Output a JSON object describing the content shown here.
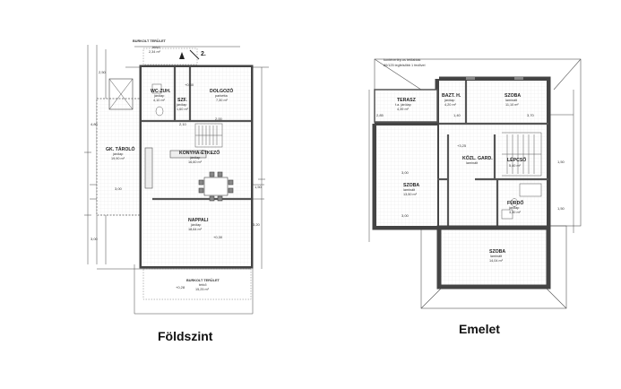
{
  "titles": {
    "ground": "Földszint",
    "upper": "Emelet"
  },
  "ground": {
    "north_paved": {
      "name": "BURKOLT TERÜLET",
      "note": "térkő",
      "area": "2,34 m²"
    },
    "south_paved": {
      "name": "BURKOLT TERÜLET",
      "note": "térkő",
      "area": "15,25 m²"
    },
    "rooms": {
      "garage": {
        "name": "GK. TÁROLÓ",
        "floor": "járólap",
        "area": "19,90 m²"
      },
      "wc": {
        "name": "WC-ZUH.",
        "floor": "járólap",
        "area": "4,10 m²"
      },
      "storage": {
        "name": "SZF.",
        "floor": "járólap",
        "area": "1,60 m²"
      },
      "study": {
        "name": "DOLGOZÓ",
        "floor": "parketta",
        "area": "7,30 m²"
      },
      "kitchen": {
        "name": "KONYHA-ÉTKEZŐ",
        "floor": "járólap",
        "area": "16,60 m²"
      },
      "living": {
        "name": "NAPPALI",
        "floor": "járólap",
        "area": "18,64 m²"
      }
    },
    "levels": {
      "north": "+0,30",
      "study": "+0,30",
      "living": "+0,30",
      "terrace": "+0,28"
    },
    "dims": {
      "d1": "2,50",
      "d2": "2,10",
      "d3": "3,00",
      "d4": "4,80",
      "d5": "1,50",
      "d6": "3,20",
      "d7": "2,00",
      "d8": "3,00"
    },
    "section_mark": "2."
  },
  "upper": {
    "top_note_1": "konténerlép.os tetőablak",
    "top_note_2": "80/125 legfelsőbb 1 fedővel",
    "rooms": {
      "terrace": {
        "name": "TERASZ",
        "floor": "f.a. járólap",
        "area": "4,39 m²"
      },
      "bath": {
        "name": "BAZT. H.",
        "floor": "járólap",
        "area": "4,20 m²"
      },
      "bedroom_ne": {
        "name": "SZOBA",
        "floor": "laminált",
        "area": "11,10 m²"
      },
      "hall": {
        "name": "KÖZL. GARD.",
        "floor": "laminált",
        "area": ""
      },
      "stair": {
        "name": "LÉPCSŐ",
        "floor": "",
        "area": "5,40 m²"
      },
      "bedroom_w": {
        "name": "SZOBA",
        "floor": "laminált",
        "area": "13,50 m²"
      },
      "bathroom": {
        "name": "FÜRDŐ",
        "floor": "járólap",
        "area": "3,30 m²"
      },
      "bedroom_s": {
        "name": "SZOBA",
        "floor": "laminált",
        "area": "14,04 m²"
      }
    },
    "levels": {
      "hall": "+3,25"
    },
    "dims": {
      "d1": "1,40",
      "d2": "3,70",
      "d3": "3,00",
      "d4": "3,00",
      "d5": "1,50",
      "d6": "1,50",
      "d7": "2,85"
    }
  }
}
